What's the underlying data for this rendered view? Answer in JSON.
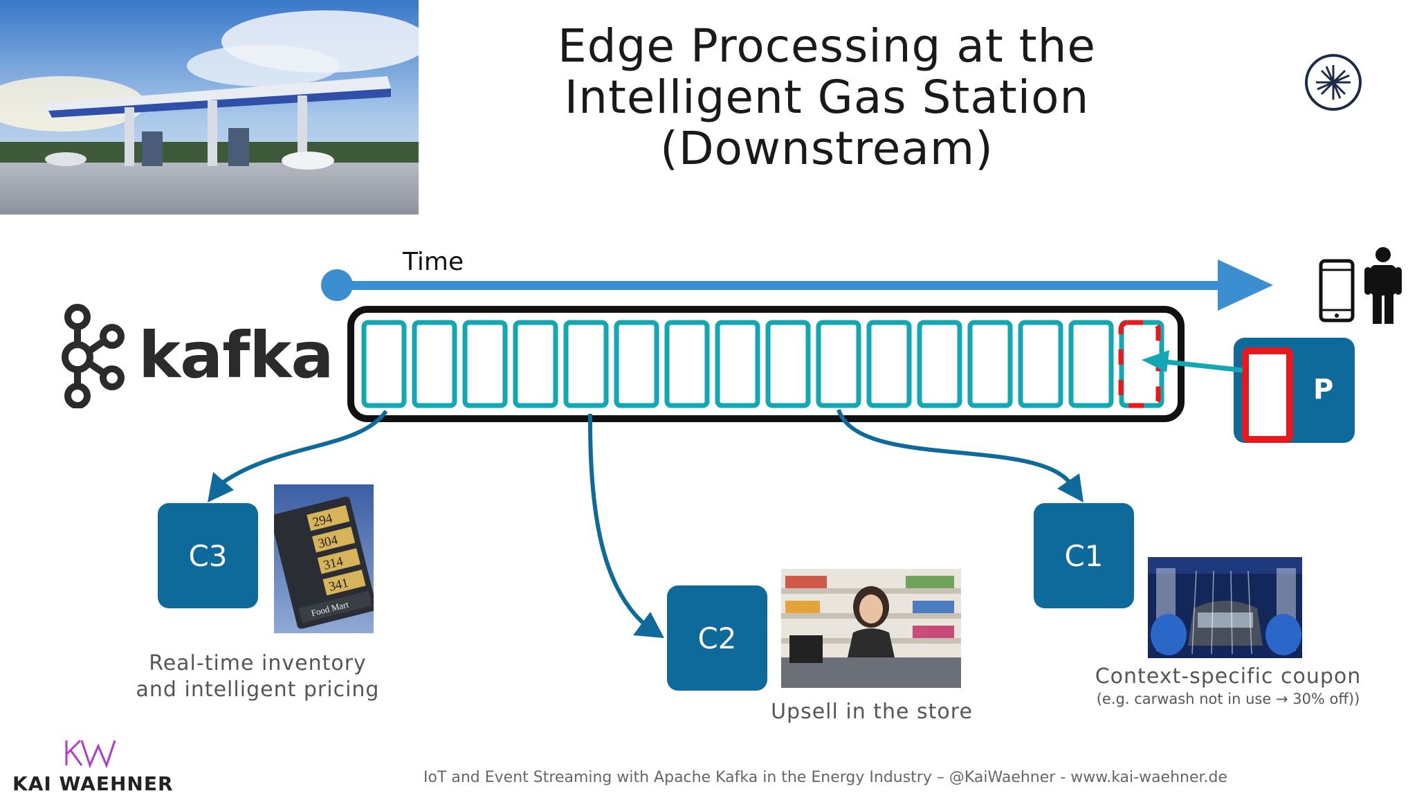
{
  "title": {
    "line1": "Edge Processing at the",
    "line2": "Intelligent Gas Station",
    "line3": "(Downstream)"
  },
  "time_label": "Time",
  "kafka_label": "kafka",
  "producer_label": "P",
  "consumers": {
    "c1": "C1",
    "c2": "C2",
    "c3": "C3"
  },
  "captions": {
    "c3_line1": "Real-time inventory",
    "c3_line2": "and intelligent pricing",
    "c2": "Upsell in the store",
    "c1_line1": "Context-specific coupon",
    "c1_line2": "(e.g. carwash not in use → 30% off))"
  },
  "price_sign": {
    "prices": [
      "294",
      "304",
      "314",
      "341"
    ],
    "footer": "Food Mart"
  },
  "footer": "IoT and Event Streaming with Apache Kafka in the Energy Industry – @KaiWaehner - www.kai-waehner.de",
  "author": {
    "logo": "KW",
    "name": "KAI WAEHNER"
  },
  "colors": {
    "consumer_blue": "#0e6a9b",
    "partition_teal": "#13a7b4",
    "time_arrow": "#3b8fd0",
    "new_record_red": "#e8191c",
    "logo_magenta": "#b23bcc"
  },
  "icons": [
    "gas-station-photo",
    "confluent-logo-icon",
    "phone-icon",
    "person-icon",
    "kafka-logo-icon",
    "price-sign-photo",
    "store-clerk-photo",
    "carwash-photo"
  ]
}
